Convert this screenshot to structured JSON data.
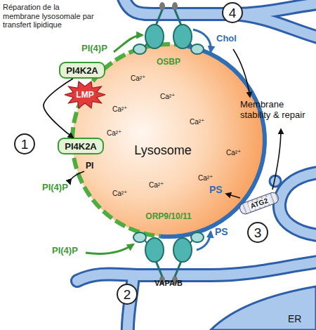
{
  "diagram": {
    "title": "Réparation de la membrane lysosomale par transfert lipidique",
    "nodes": [
      {
        "text": [
          "Lysosome"
        ]
      },
      {
        "text": [
          "PI4K2A"
        ]
      },
      {
        "text": [
          "LMP"
        ]
      },
      {
        "text": [
          "PI4K2A"
        ]
      },
      {
        "text": [
          "ATG2"
        ]
      },
      {
        "text": [
          "1"
        ]
      },
      {
        "text": [
          "2"
        ]
      },
      {
        "text": [
          "3"
        ]
      },
      {
        "text": [
          "4"
        ]
      }
    ],
    "edges": [
      {
        "from": 1,
        "to": 3,
        "arrow": "to"
      }
    ],
    "labels": [
      "PI(4)P",
      "OSBP",
      "Chol",
      "Ca²⁺",
      "Ca²⁺",
      "Ca²⁺",
      "Ca²⁺",
      "Ca²⁺",
      "Ca²⁺",
      "Ca²⁺",
      "Ca²⁺",
      "Ca²⁺",
      "PI",
      "PI(4)P",
      "ORP9/10/11",
      "PI(4)P",
      "PS",
      "VAPA/B",
      "PS",
      "Membrane stability & repair",
      "ER"
    ]
  }
}
